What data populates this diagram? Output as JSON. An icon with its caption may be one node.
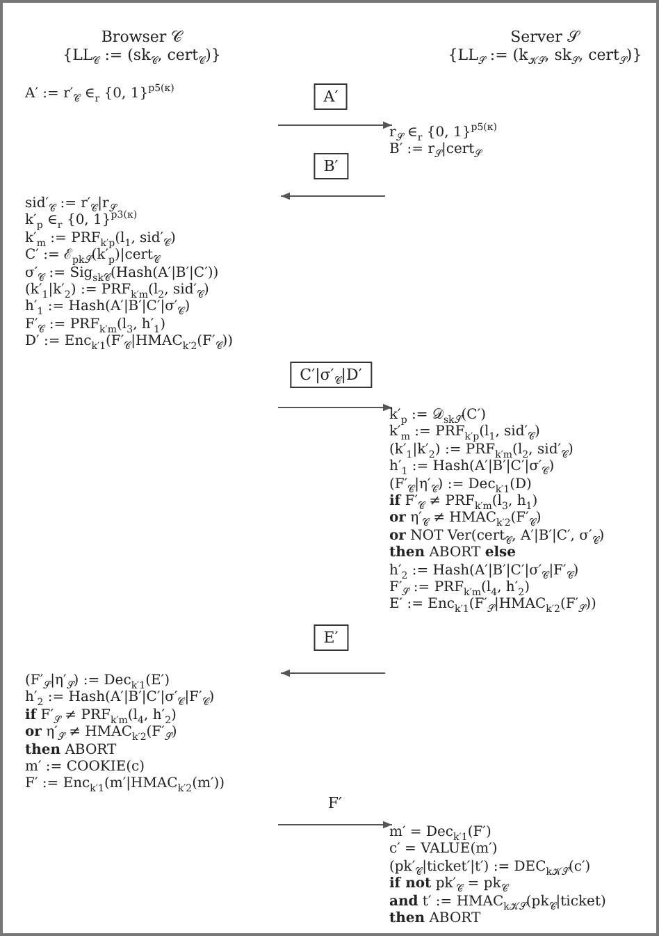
{
  "diagram": {
    "nodes": [
      {
        "text": [
          "A′ := r′$_{𝒞}$ ∈$_{r}$ {0, 1}$^{p5(κ)}$"
        ]
      },
      {
        "text": [
          "A′"
        ]
      },
      {
        "text": [
          "r$_{𝒮}$ ∈$_{r}$ {0, 1}$^{p5(κ)}$",
          "B′ := r$_{𝒮}$|cert$_{𝒮}$"
        ]
      },
      {
        "text": [
          "B′"
        ]
      },
      {
        "text": [
          "sid′$_{𝒞}$ := r′$_{𝒞}$|r$_{𝒮}$",
          "k′$_{p}$ ∈$_{r}$ {0, 1}$^{p3(κ)}$",
          "k′$_{m}$ := PRF$_{k′p}$(l$_{1}$, sid′$_{𝒞}$)",
          "C′ := ℰ$_{pk𝒮}$(k′$_{p}$)|cert$_{𝒞}$",
          "σ′$_{𝒞}$ := Sig$_{sk𝒞}$(Hash(A′|B′|C′))",
          "(k′$_{1}$|k′$_{2}$) := PRF$_{k′m}$(l$_{2}$, sid′$_{𝒞}$)",
          "h′$_{1}$ := Hash(A′|B′|C′|σ′$_{𝒞}$)",
          "F′$_{𝒞}$ := PRF$_{k′m}$(l$_{3}$, h′$_{1}$)",
          "D′ := Enc$_{k′1}$(F′$_{𝒞}$|HMAC$_{k′2}$(F′$_{𝒞}$))"
        ]
      },
      {
        "text": [
          "C′|σ′$_{𝒞}$|D′"
        ]
      },
      {
        "text": [
          "k′$_{p}$ := 𝒟$_{sk𝒮}$(C′)",
          "k′$_{m}$ := PRF$_{k′p}$(l$_{1}$, sid′$_{𝒞}$)",
          "(k′$_{1}$|k′$_{2}$) := PRF$_{k′m}$(l$_{2}$, sid′$_{𝒞}$)",
          "h′$_{1}$ := Hash(A′|B′|C′|σ′$_{𝒞}$)",
          "(F′$_{𝒞}$|η′$_{𝒞}$) := Dec$_{k′1}$(D)",
          "**if** F′$_{𝒞}$ ≠ PRF$_{k′m}$(l$_{3}$, h$_{1}$)",
          "**or** η′$_{𝒞}$ ≠ HMAC$_{k′2}$(F′$_{𝒞}$)",
          "**or** NOT Ver(cert$_{𝒞}$, A′|B′|C′, σ′$_{𝒞}$)",
          "**then** ABORT **else**",
          "h′$_{2}$ := Hash(A′|B′|C′|σ′$_{𝒞}$|F′$_{𝒞}$)",
          "F′$_{𝒮}$ := PRF$_{k′m}$(l$_{4}$, h′$_{2}$)",
          "E′ := Enc$_{k′1}$(F′$_{𝒮}$|HMAC$_{k′2}$(F′$_{𝒮}$))"
        ]
      },
      {
        "text": [
          "E′"
        ]
      },
      {
        "text": [
          "(F′$_{𝒮}$|η′$_{𝒮}$) := Dec$_{k′1}$(E′)",
          "h′$_{2}$ := Hash(A′|B′|C′|σ′$_{𝒞}$|F′$_{𝒞}$)",
          "**if** F′$_{𝒮}$ ≠ PRF$_{k′m}$(l$_{4}$, h′$_{2}$)",
          "**or** η′$_{𝒮}$ ≠ HMAC$_{k′2}$(F′$_{𝒮}$)",
          "**then** ABORT",
          "m′ := COOKIE(c)",
          "F′ := Enc$_{k′1}$(m′|HMAC$_{k′2}$(m′))"
        ]
      },
      {
        "text": [
          "m′ = Dec$_{k′1}$(F′)",
          "c′ = VALUE(m′)",
          "(pk′$_{𝒞}$|ticket′|t′) := DEC$_{k𝒦𝒮}$(c′)",
          "**if not** pk′$_{𝒞}$ = pk$_{𝒞}$",
          "**and** t′ := HMAC$_{k𝒦𝒮}$(pk$_{𝒞}$|ticket)",
          "**then** ABORT"
        ]
      }
    ],
    "edges": [
      {
        "from": null,
        "to": 2,
        "arrow": "to"
      },
      {
        "from": null,
        "to": 4,
        "arrow": "to"
      },
      {
        "from": null,
        "to": 6,
        "arrow": "to"
      },
      {
        "from": null,
        "to": 8,
        "arrow": "to"
      },
      {
        "from": null,
        "to": 9,
        "arrow": "to",
        "label": "F′"
      }
    ],
    "labels": [
      "Browser 𝒞",
      "Server 𝒮",
      "{LL$_{𝒞}$ := (sk$_{𝒞}$, cert$_{𝒞}$)}",
      "{LL$_{𝒮}$ := (k$_{𝒦𝒮}$, sk$_{𝒮}$, cert$_{𝒮}$)}"
    ]
  }
}
